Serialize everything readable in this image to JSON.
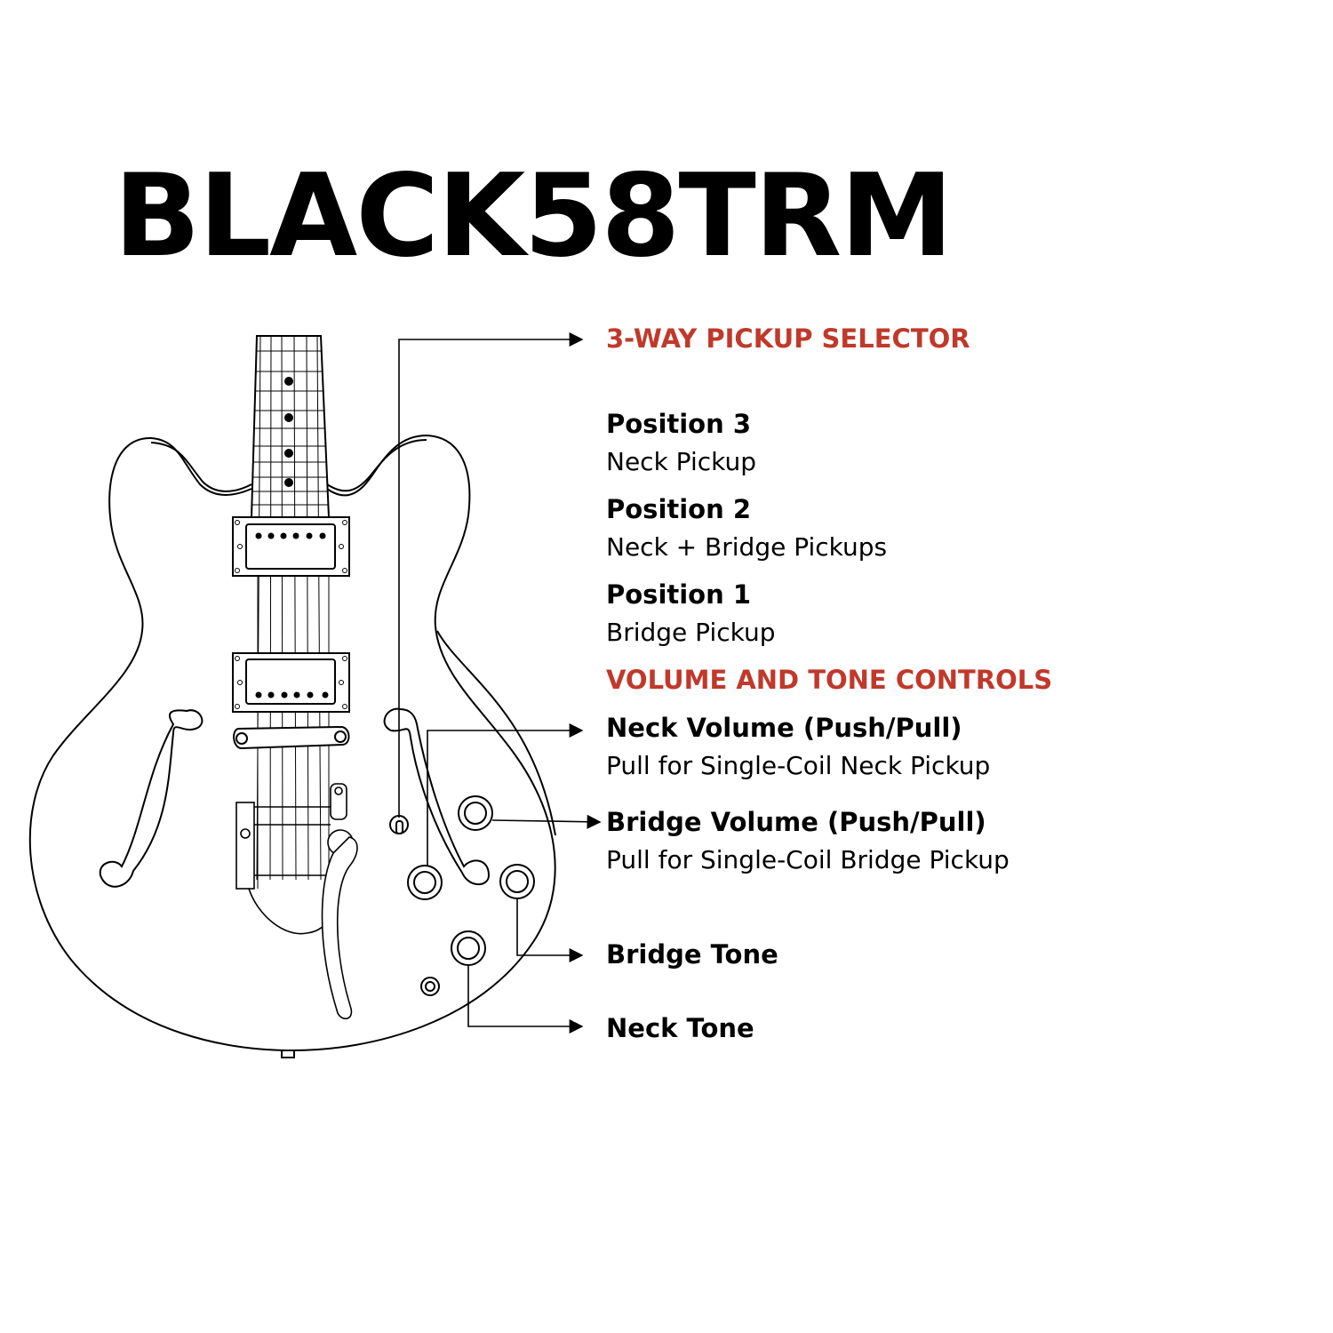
{
  "title": "BLACK58TRM",
  "colors": {
    "accent": "#c0392b",
    "ink": "#000000"
  },
  "selector": {
    "heading": "3-WAY PICKUP SELECTOR",
    "positions": [
      {
        "name": "Position 3",
        "desc": "Neck Pickup"
      },
      {
        "name": "Position 2",
        "desc": "Neck + Bridge Pickups"
      },
      {
        "name": "Position 1",
        "desc": "Bridge Pickup"
      }
    ]
  },
  "controls": {
    "heading": "VOLUME AND TONE CONTROLS",
    "items": [
      {
        "name": "Neck Volume (Push/Pull)",
        "desc": "Pull for Single-Coil Neck Pickup"
      },
      {
        "name": "Bridge Volume (Push/Pull)",
        "desc": "Pull for Single-Coil Bridge Pickup"
      },
      {
        "name": "Bridge Tone"
      },
      {
        "name": "Neck Tone"
      }
    ]
  }
}
